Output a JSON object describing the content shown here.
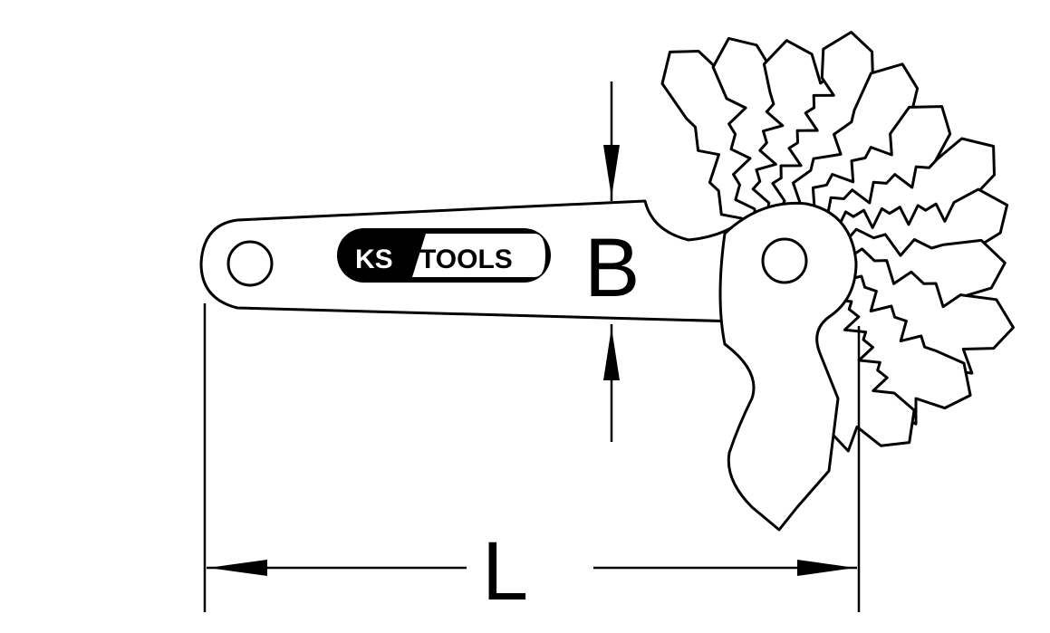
{
  "logo": {
    "brand_left": "KS",
    "brand_right": "TOOLS"
  },
  "dimensions": {
    "width_label": "B",
    "length_label": "L"
  }
}
